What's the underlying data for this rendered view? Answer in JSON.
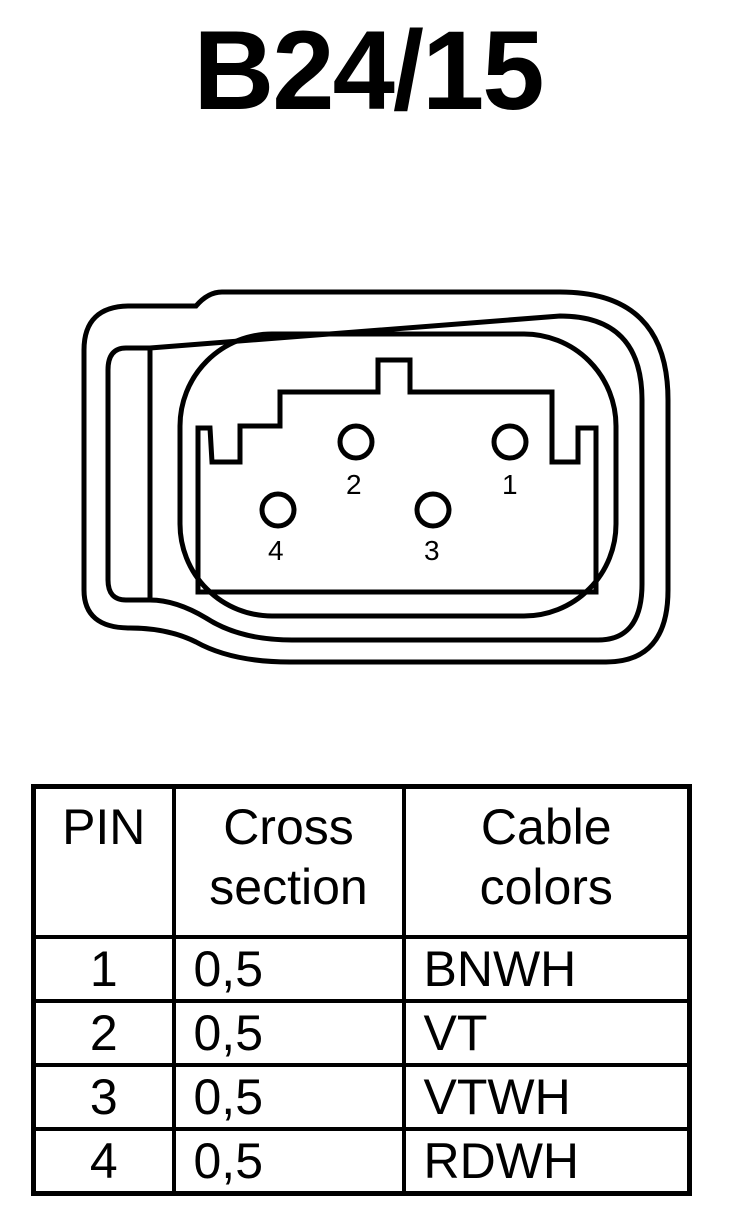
{
  "title": "B24/15",
  "connector": {
    "pins": [
      {
        "number": "1",
        "label": "1"
      },
      {
        "number": "2",
        "label": "2"
      },
      {
        "number": "3",
        "label": "3"
      },
      {
        "number": "4",
        "label": "4"
      }
    ]
  },
  "table": {
    "headers": {
      "pin": "PIN",
      "cross_line1": "Cross",
      "cross_line2": "section",
      "colors_line1": "Cable",
      "colors_line2": "colors"
    },
    "rows": [
      {
        "pin": "1",
        "cross": "0,5",
        "color": "BNWH"
      },
      {
        "pin": "2",
        "cross": "0,5",
        "color": "VT"
      },
      {
        "pin": "3",
        "cross": "0,5",
        "color": "VTWH"
      },
      {
        "pin": "4",
        "cross": "0,5",
        "color": "RDWH"
      }
    ]
  }
}
